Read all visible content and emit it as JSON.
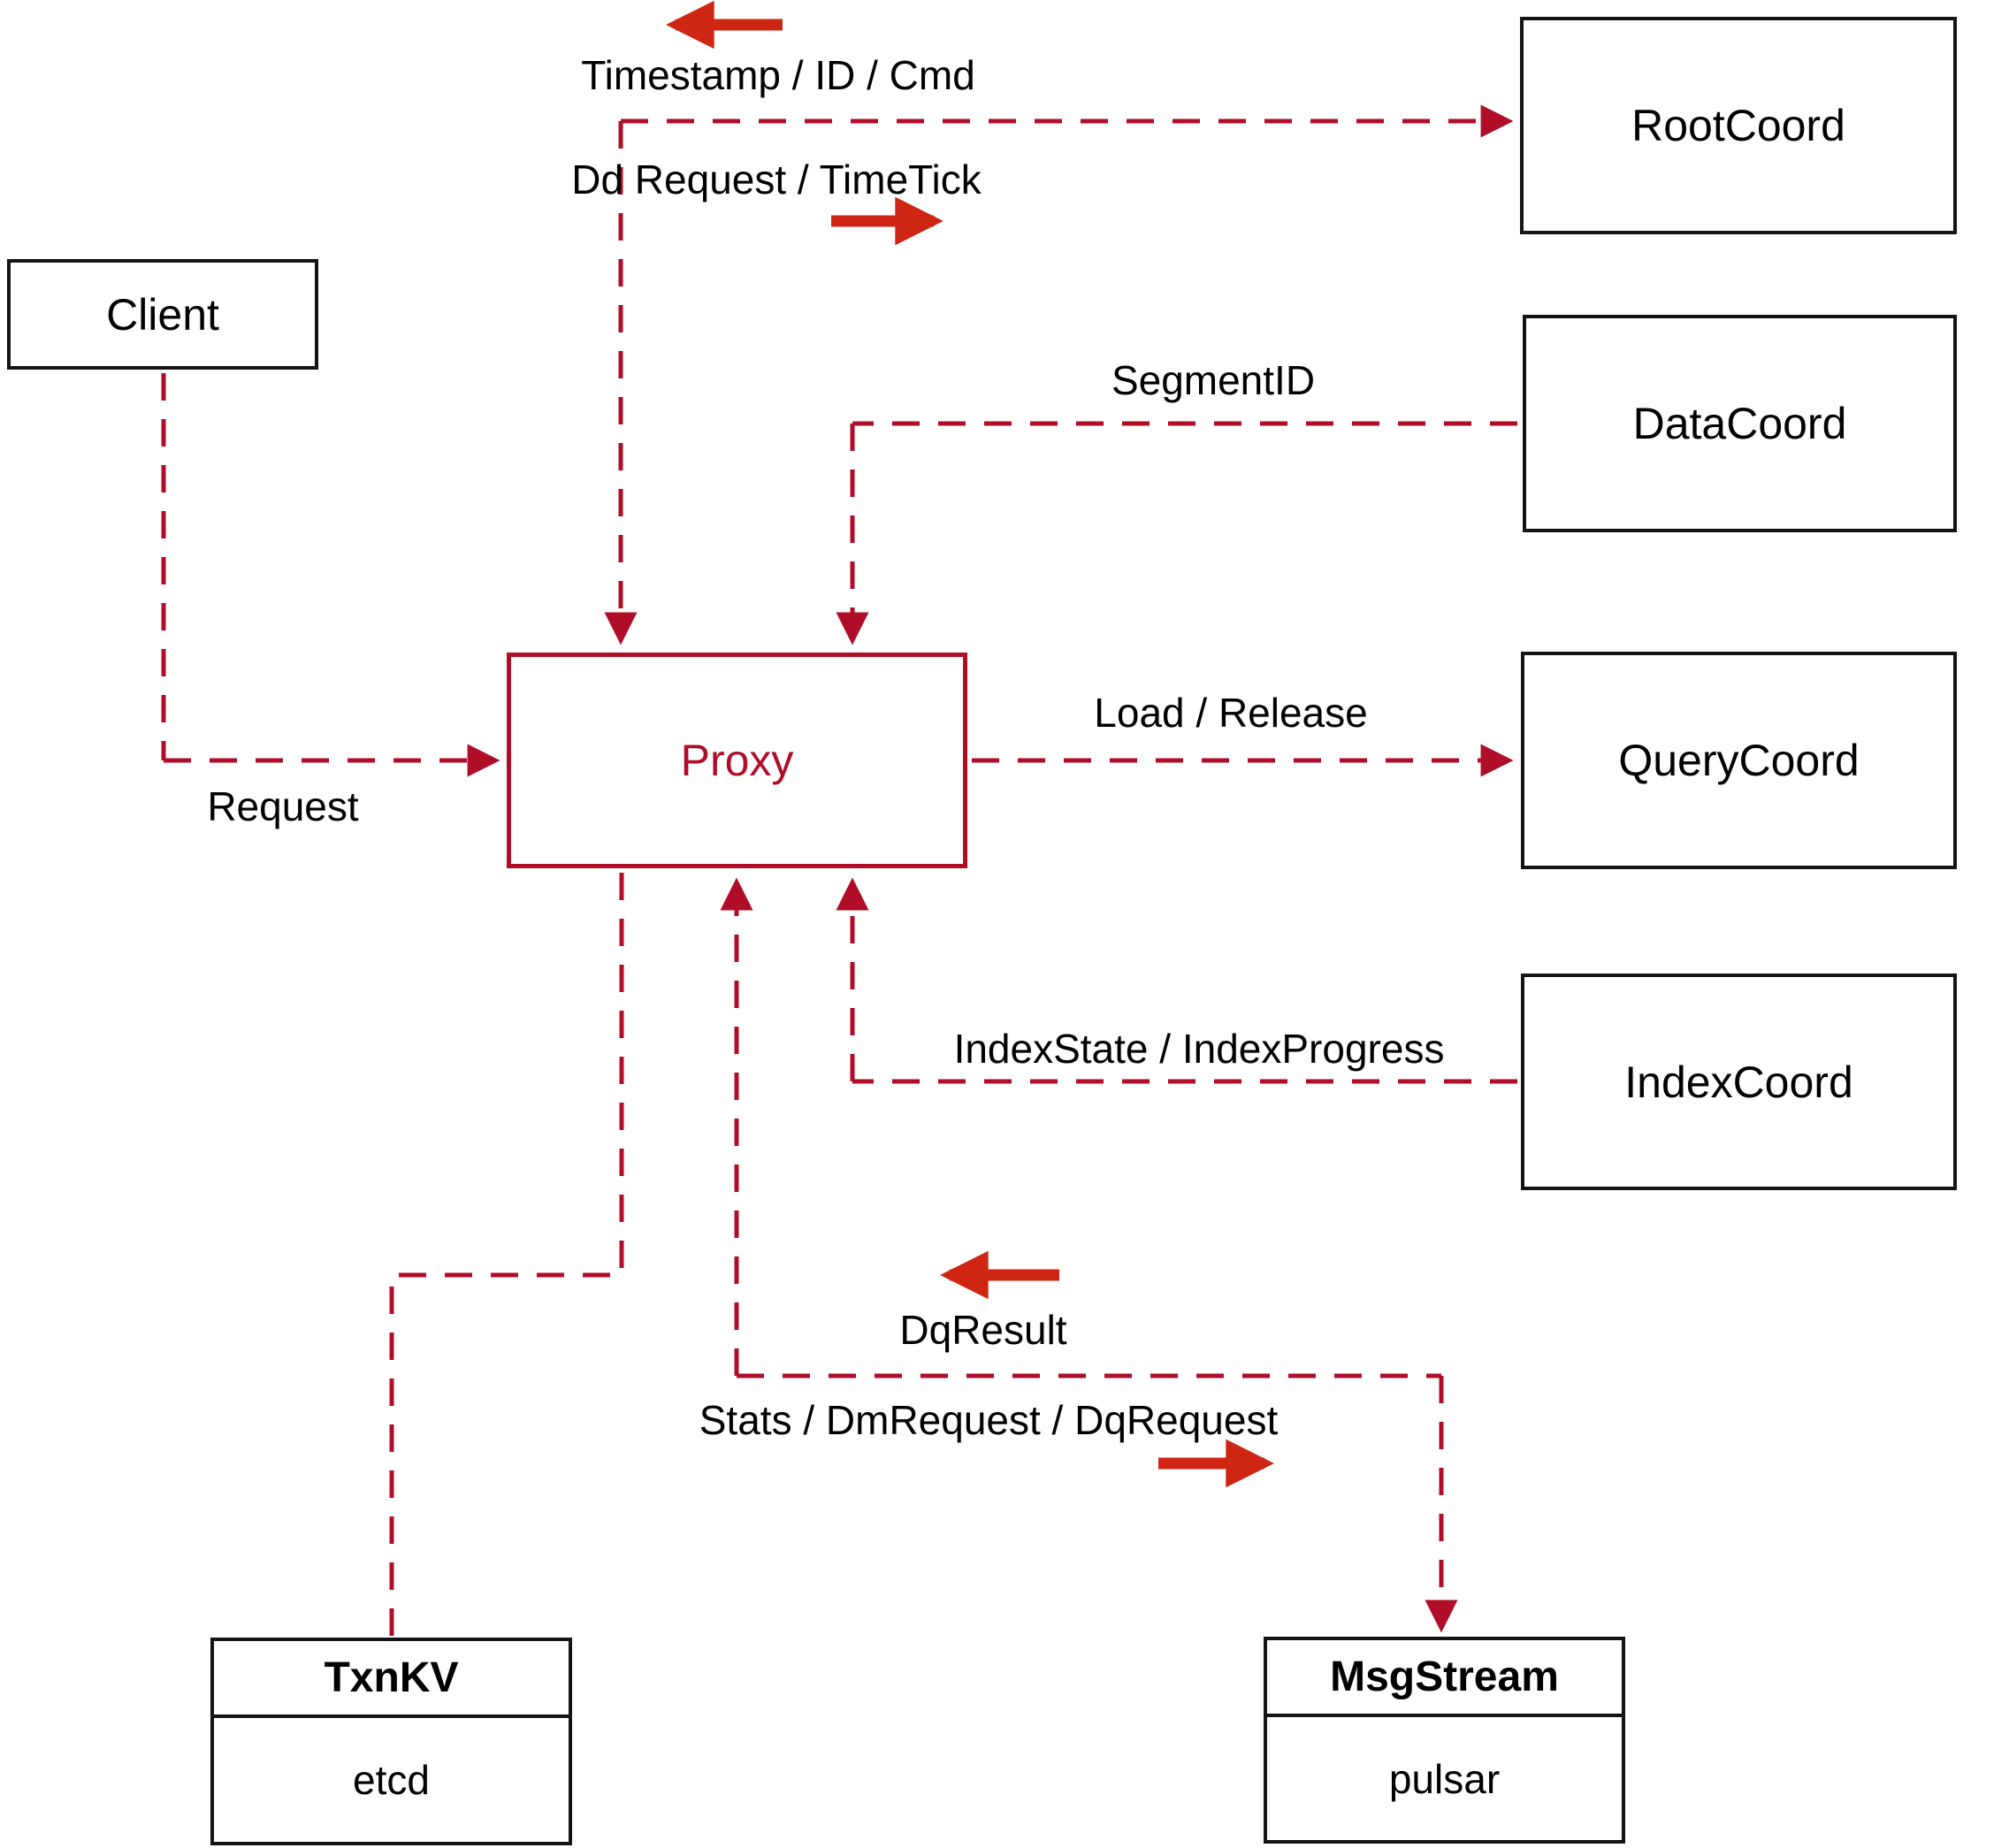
{
  "nodes": {
    "client": {
      "label": "Client"
    },
    "proxy": {
      "label": "Proxy"
    },
    "root_coord": {
      "label": "RootCoord"
    },
    "data_coord": {
      "label": "DataCoord"
    },
    "query_coord": {
      "label": "QueryCoord"
    },
    "index_coord": {
      "label": "IndexCoord"
    },
    "txn_kv": {
      "title": "TxnKV",
      "subtitle": "etcd"
    },
    "msg_stream": {
      "title": "MsgStream",
      "subtitle": "pulsar"
    }
  },
  "edges": [
    {
      "from": "Proxy",
      "to": "RootCoord",
      "direction": "both",
      "label_up": "Timestamp / ID / Cmd",
      "label_down": "Dd Request / TimeTick"
    },
    {
      "from": "DataCoord",
      "to": "Proxy",
      "direction": "to_proxy",
      "label": "SegmentID"
    },
    {
      "from": "Client",
      "to": "Proxy",
      "direction": "to_proxy",
      "label": "Request"
    },
    {
      "from": "Proxy",
      "to": "QueryCoord",
      "direction": "to_querycoord",
      "label": "Load / Release"
    },
    {
      "from": "IndexCoord",
      "to": "Proxy",
      "direction": "to_proxy",
      "label": "IndexState / IndexProgress"
    },
    {
      "from": "Proxy",
      "to": "MsgStream",
      "direction": "both",
      "label_to_proxy": "DqResult",
      "label_to_msgstream": "Stats / DmRequest / DqRequest"
    },
    {
      "from": "Proxy",
      "to": "TxnKV",
      "direction": "none"
    }
  ],
  "colors": {
    "line": "#b00d28",
    "arrow": "#cf2613",
    "border": "#141414",
    "text": "#000000",
    "bg": "#ffffff"
  }
}
